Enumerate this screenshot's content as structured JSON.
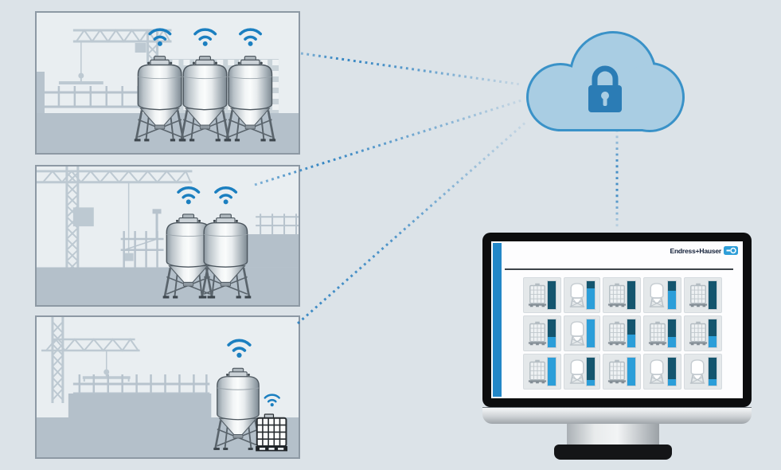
{
  "page": {
    "background": "#dce3e8"
  },
  "colors": {
    "wifi": "#1b7fc0",
    "cloud_fill": "#a9cde3",
    "cloud_stroke": "#3a92c8",
    "lock": "#2b7cb5",
    "connection": "#2b80c0",
    "screen_stripe": "#2387c7",
    "bar_dark": "#14556e",
    "bar_light": "#2b9ed9",
    "logo_mark": "#2e9ed8",
    "brand_text": "#121f38"
  },
  "sites": [
    {
      "name": "construction-site-1",
      "tanks": [
        {
          "type": "silo",
          "wireless": true
        },
        {
          "type": "silo",
          "wireless": true
        },
        {
          "type": "silo",
          "wireless": true
        }
      ]
    },
    {
      "name": "construction-site-2",
      "tanks": [
        {
          "type": "silo",
          "wireless": true
        },
        {
          "type": "silo",
          "wireless": true
        }
      ]
    },
    {
      "name": "construction-site-3",
      "tanks": [
        {
          "type": "silo",
          "wireless": true
        },
        {
          "type": "ibc-container",
          "wireless": true
        }
      ]
    }
  ],
  "cloud": {
    "icon": "padlock-icon"
  },
  "connections": [
    "site-1 to cloud",
    "site-2 to cloud",
    "site-3 to cloud",
    "cloud to monitor"
  ],
  "monitor": {
    "brand": "Endress+Hauser",
    "dashboard": {
      "columns": 5,
      "rows": 3,
      "tiles": [
        {
          "icon": "ibc",
          "dark_pct": 100
        },
        {
          "icon": "silo",
          "dark_pct": 25
        },
        {
          "icon": "ibc",
          "dark_pct": 100
        },
        {
          "icon": "silo",
          "dark_pct": 33
        },
        {
          "icon": "ibc",
          "dark_pct": 100
        },
        {
          "icon": "ibc",
          "dark_pct": 62
        },
        {
          "icon": "silo",
          "dark_pct": 0
        },
        {
          "icon": "ibc",
          "dark_pct": 55
        },
        {
          "icon": "ibc",
          "dark_pct": 62
        },
        {
          "icon": "ibc",
          "dark_pct": 60
        },
        {
          "icon": "ibc",
          "dark_pct": 0
        },
        {
          "icon": "silo",
          "dark_pct": 80
        },
        {
          "icon": "ibc",
          "dark_pct": 0
        },
        {
          "icon": "silo",
          "dark_pct": 78
        },
        {
          "icon": "silo",
          "dark_pct": 76
        }
      ]
    }
  }
}
